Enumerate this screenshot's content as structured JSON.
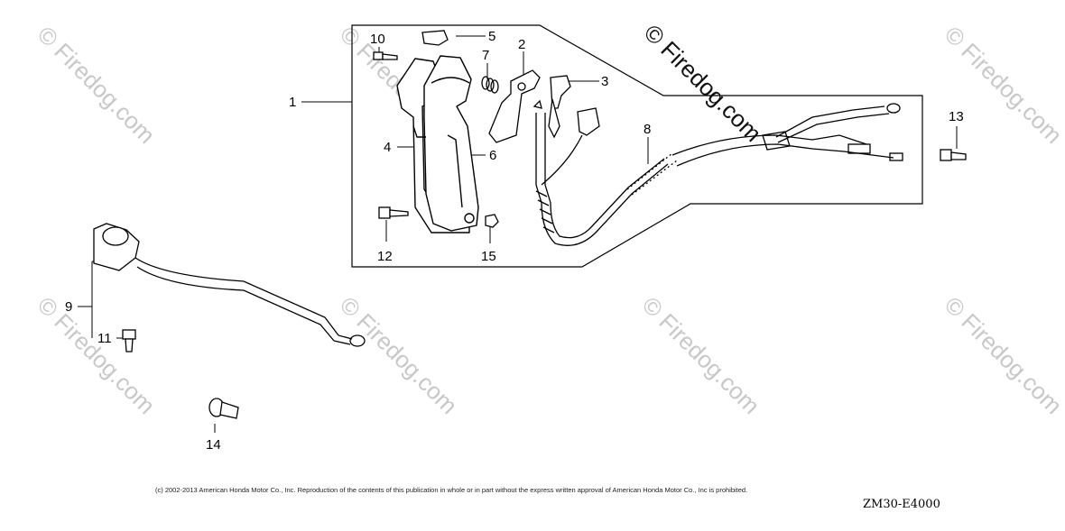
{
  "watermark": {
    "text": "© Firedog.com",
    "color": "#c8c8c8"
  },
  "callouts": [
    {
      "id": "1",
      "text": "1"
    },
    {
      "id": "2",
      "text": "2"
    },
    {
      "id": "3",
      "text": "3"
    },
    {
      "id": "4",
      "text": "4"
    },
    {
      "id": "5",
      "text": "5"
    },
    {
      "id": "6",
      "text": "6"
    },
    {
      "id": "7",
      "text": "7"
    },
    {
      "id": "8",
      "text": "8"
    },
    {
      "id": "9",
      "text": "9"
    },
    {
      "id": "10",
      "text": "10"
    },
    {
      "id": "11",
      "text": "11"
    },
    {
      "id": "12",
      "text": "12"
    },
    {
      "id": "13",
      "text": "13"
    },
    {
      "id": "14",
      "text": "14"
    },
    {
      "id": "15",
      "text": "15"
    }
  ],
  "copyright": "(c) 2002-2013 American Honda Motor Co., Inc. Reproduction of the contents of this publication in whole or in part without the express written approval of American Honda Motor Co., Inc is prohibited.",
  "diagram_code": "ZM30-E4000"
}
